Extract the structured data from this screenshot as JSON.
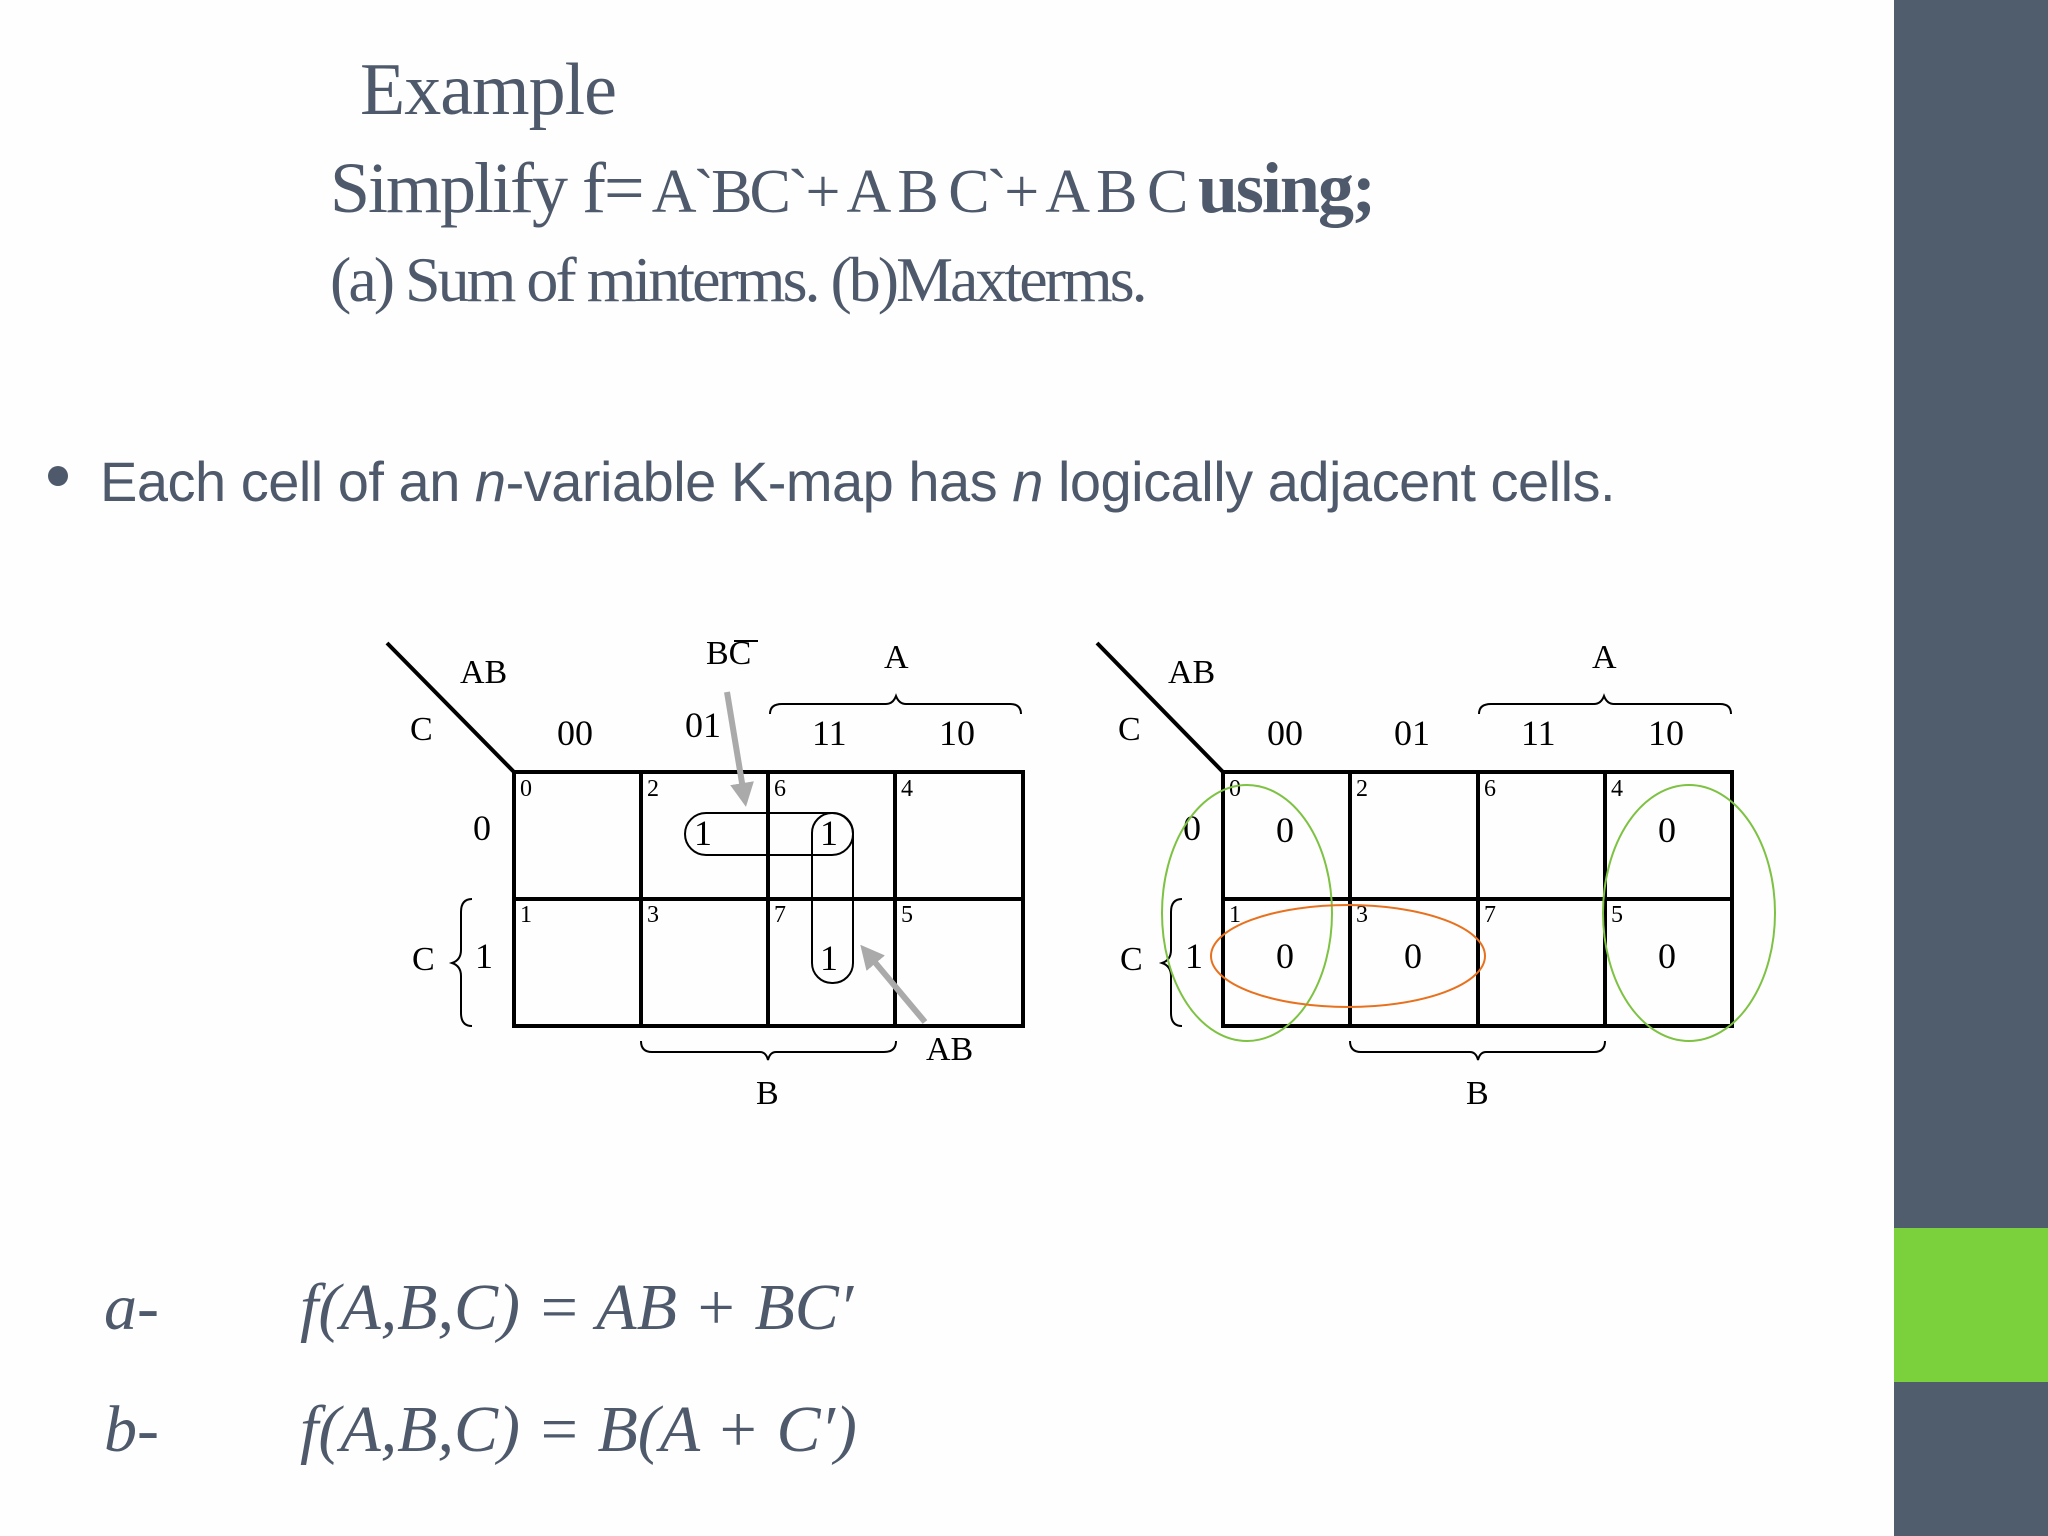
{
  "slide": {
    "title": "Example",
    "problem": {
      "prefix": "Simplify f=",
      "expression": " A`BC`+ A B C`+ A B C ",
      "suffix": "using;"
    },
    "parts": "(a) Sum of minterms. (b)Maxterms.",
    "bullet": {
      "pre": "Each cell of an ",
      "n1": "n",
      "mid": "-variable K-map has ",
      "n2": "n",
      "post": " logically adjacent cells."
    },
    "answers": [
      {
        "label": "a-",
        "expression": "f(A,B,C) = AB + BC′"
      },
      {
        "label": "b-",
        "expression": "f(A,B,C) = B(A +  C′)"
      }
    ]
  },
  "kmap_sop": {
    "corner_top": "AB",
    "corner_left": "C",
    "col_headers": [
      "00",
      "01",
      "11",
      "10"
    ],
    "row_headers": [
      "0",
      "1"
    ],
    "row_brace_label": "C",
    "col_brace_top_label": "A",
    "col_brace_bottom_label": "B",
    "cell_indices": [
      [
        "0",
        "2",
        "6",
        "4"
      ],
      [
        "1",
        "3",
        "7",
        "5"
      ]
    ],
    "cell_values": [
      [
        "",
        "1",
        "1",
        ""
      ],
      [
        "",
        "",
        "1",
        ""
      ]
    ],
    "group_labels": {
      "horizontal": "BC",
      "horizontal_overline": "C",
      "vertical": "AB"
    }
  },
  "kmap_pos": {
    "corner_top": "AB",
    "corner_left": "C",
    "col_headers": [
      "00",
      "01",
      "11",
      "10"
    ],
    "row_headers": [
      "0",
      "1"
    ],
    "row_brace_label": "C",
    "col_brace_top_label": "A",
    "col_brace_bottom_label": "B",
    "cell_indices": [
      [
        "0",
        "2",
        "6",
        "4"
      ],
      [
        "1",
        "3",
        "7",
        "5"
      ]
    ],
    "cell_values": [
      [
        "0",
        "",
        "",
        "0"
      ],
      [
        "0",
        "0",
        "",
        "0"
      ]
    ]
  },
  "colors": {
    "text": "#4E5A6B",
    "sidebar": "#4F5D6C",
    "sidebar_accent": "#7BD13C",
    "group_green": "#7DC242",
    "group_orange": "#E8711E",
    "arrow_gray": "#AAAAAA"
  }
}
